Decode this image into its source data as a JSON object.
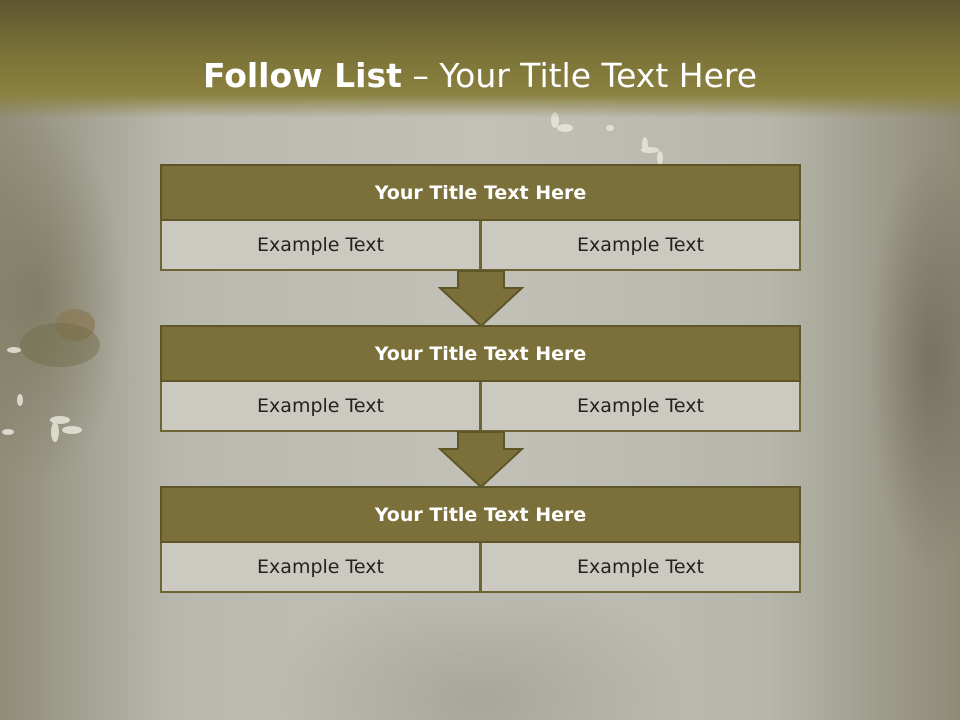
{
  "header": {
    "title_bold": "Follow List",
    "title_rest": " – Your Title Text Here"
  },
  "steps": [
    {
      "title": "Your Title Text Here",
      "left": "Example Text",
      "right": "Example Text"
    },
    {
      "title": "Your Title Text Here",
      "left": "Example Text",
      "right": "Example Text"
    },
    {
      "title": "Your Title Text Here",
      "left": "Example Text",
      "right": "Example Text"
    }
  ],
  "colors": {
    "header": "#7a7237",
    "block_title": "#7b6f3a",
    "cell_bg": "#cccac0",
    "arrow": "#7b6f3a"
  }
}
